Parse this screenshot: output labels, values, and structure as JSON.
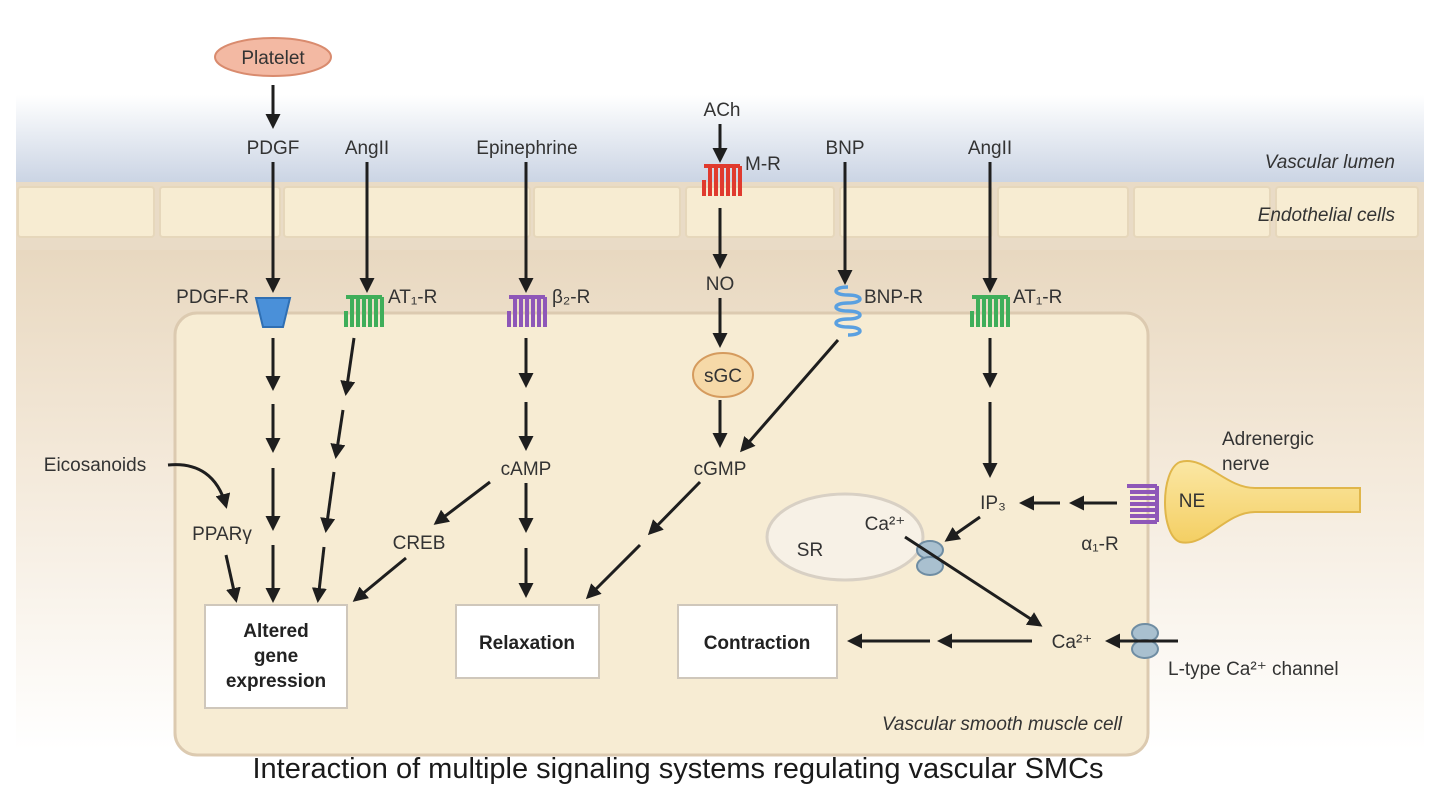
{
  "labels": {
    "platelet": "Platelet",
    "pdgf": "PDGF",
    "angii_1": "AngII",
    "epinephrine": "Epinephrine",
    "ach": "ACh",
    "m_r": "M-R",
    "bnp": "BNP",
    "angii_2": "AngII",
    "vascular_lumen": "Vascular lumen",
    "endothelial_cells": "Endothelial cells",
    "pdgf_r": "PDGF-R",
    "at1_r_1": "AT₁-R",
    "b2_r": "β₂-R",
    "no": "NO",
    "bnp_r": "BNP-R",
    "at1_r_2": "AT₁-R",
    "sgc": "sGC",
    "camp": "cAMP",
    "cgmp": "cGMP",
    "adrenergic_nerve_line1": "Adrenergic",
    "adrenergic_nerve_line2": "nerve",
    "ne": "NE",
    "ip3": "IP₃",
    "a1_r": "α₁-R",
    "eicosanoids": "Eicosanoids",
    "ppar": "PPARγ",
    "creb": "CREB",
    "sr": "SR",
    "ca_sr": "Ca²⁺",
    "ca_cyto": "Ca²⁺",
    "l_type": "L-type Ca²⁺ channel",
    "vsmc": "Vascular smooth muscle cell"
  },
  "boxes": {
    "gene_line1": "Altered",
    "gene_line2": "gene",
    "gene_line3": "expression",
    "relaxation": "Relaxation",
    "contraction": "Contraction"
  },
  "caption": "Interaction of multiple signaling systems regulating vascular SMCs",
  "colors": {
    "lumen": "#c9d3e3",
    "endothelial": "#f6ecd4",
    "tissue": "#efe1cc",
    "cell": "#f7ecd3",
    "pdgf_receptor": "#4a90d9",
    "at1_receptor": "#3fae5a",
    "b2_receptor": "#8e57b8",
    "m_receptor": "#e03a2e",
    "bnp_receptor": "#5aa0e0",
    "a1_receptor": "#8e57b8",
    "platelet": "#f3b9a3",
    "sgc": "#f6d9a8",
    "nerve": "#f9dd84",
    "channel": "#a9c0cf"
  }
}
